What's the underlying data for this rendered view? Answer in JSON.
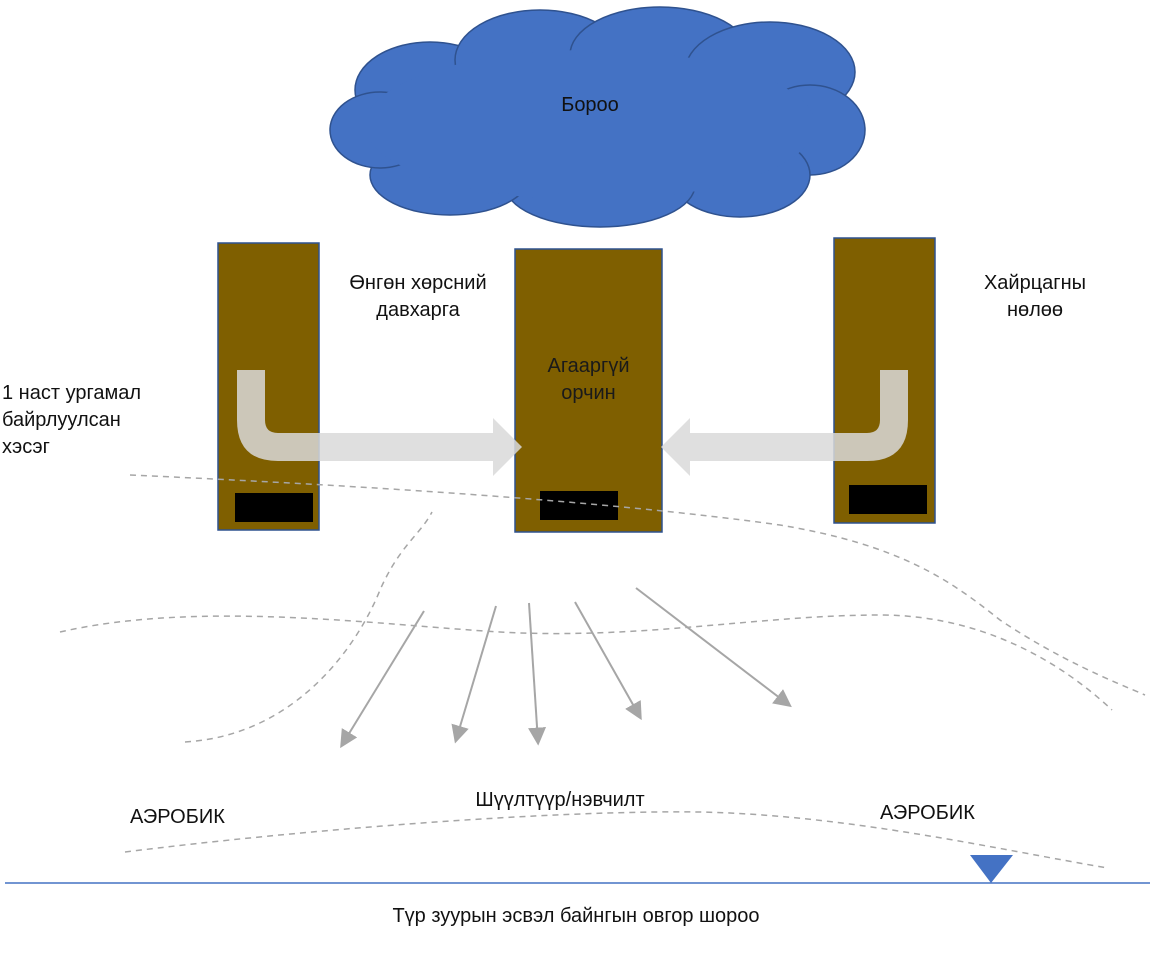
{
  "labels": {
    "cloud": "Бороо",
    "humus_layer": [
      "Өнгөн хөрсний",
      "давхарга"
    ],
    "anaerobic_box": [
      "Агааргүй",
      "орчин"
    ],
    "box_effect": [
      "Хайрцагны",
      "нөлөө"
    ],
    "annual_plants": [
      "1 наст ургамал",
      "байрлуулсан",
      "хэсэг"
    ],
    "infiltration": "Шүүлтүүр/нэвчилт",
    "aerobic_left": "АЭРОБИК",
    "aerobic_right": "АЭРОБИК",
    "soil": "Түр зуурын эсвэл байнгын овгор шороо"
  },
  "colors": {
    "cloud_fill": "#4472c4",
    "cloud_stroke": "#2f528f",
    "box_fill": "#7f5f00",
    "box_stroke": "#2f528f",
    "slot_fill": "#000000",
    "flow_arrow": "#d9d9d9",
    "dashed_line": "#a6a6a6",
    "infiltration_arrow": "#a6a6a6",
    "ground_line": "#4472c4",
    "water_marker": "#4472c4"
  }
}
